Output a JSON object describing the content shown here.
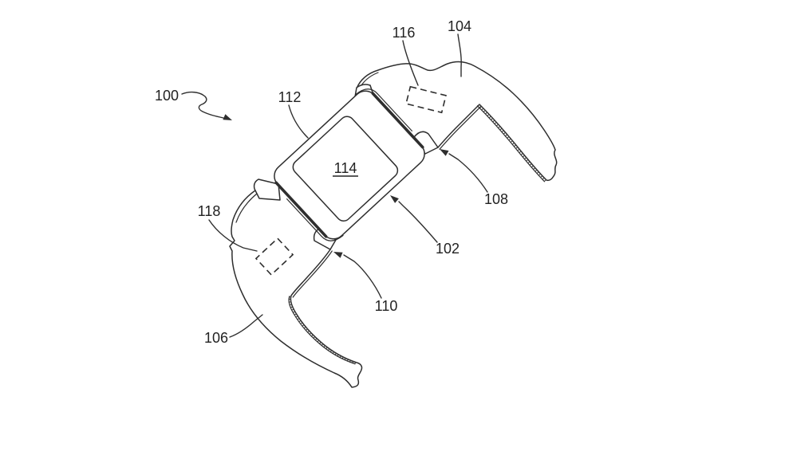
{
  "page": {
    "background": "#ffffff"
  },
  "figure": {
    "line_color": "#2e2e2e",
    "reference_labels": {
      "l100": "100",
      "l102": "102",
      "l104": "104",
      "l106": "106",
      "l108": "108",
      "l110": "110",
      "l112": "112",
      "l114": "114",
      "l116": "116",
      "l118": "118"
    }
  }
}
